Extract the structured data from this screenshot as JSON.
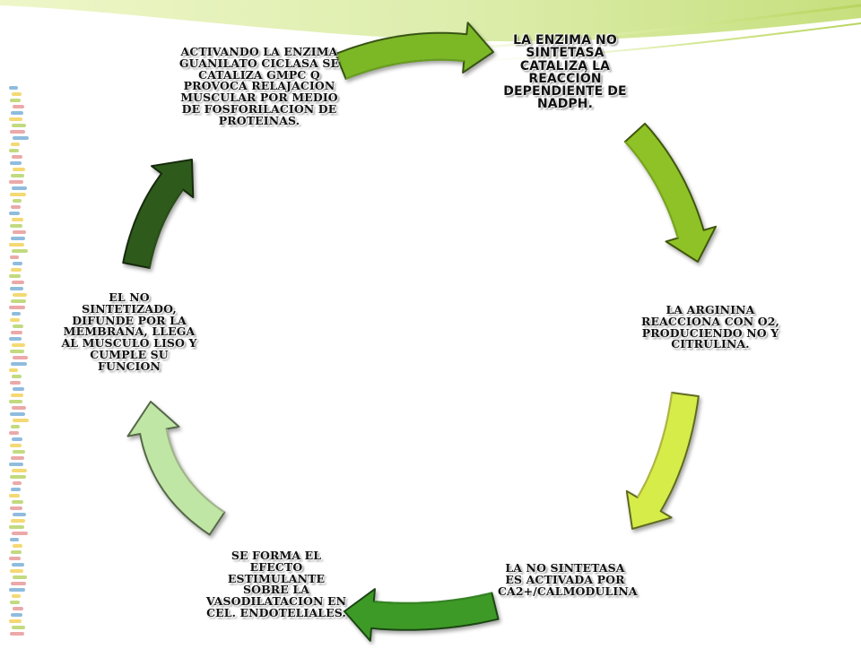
{
  "diagram": {
    "nodes": [
      {
        "id": "n1",
        "text": "LA ENZIMA NO SINTETASA CATALIZA LA REACCIÓN DEPENDIENTE DE NADPH."
      },
      {
        "id": "n2",
        "text": "LA ARGININA REACCIONA CON O2, PRODUCIENDO NO Y CITRULINA."
      },
      {
        "id": "n3",
        "text": "LA NO SINTETASA ES ACTIVADA POR CA2+/CALMODULINA"
      },
      {
        "id": "n4",
        "text": "SE FORMA EL EFECTO ESTIMULANTE SOBRE LA VASODILATACION EN CEL. ENDOTELIALES."
      },
      {
        "id": "n5",
        "text": "EL NO SINTETIZADO, DIFUNDE POR LA MEMBRANA, LLEGA AL MUSCULO LISO Y CUMPLE SU FUNCION"
      },
      {
        "id": "n6",
        "text": "ACTIVANDO LA ENZIMA GUANILATO CICLASA SE CATALIZA GMPC Q PROVOCA RELAJACION MUSCULAR POR MEDIO DE FOSFORILACION DE PROTEINAS."
      }
    ],
    "arrows": [
      {
        "from": "n6",
        "to": "n1",
        "color": "#7cb828"
      },
      {
        "from": "n1",
        "to": "n2",
        "color": "#8fc226"
      },
      {
        "from": "n2",
        "to": "n3",
        "color": "#d6ec48"
      },
      {
        "from": "n3",
        "to": "n4",
        "color": "#3e9a28"
      },
      {
        "from": "n4",
        "to": "n5",
        "color": "#bfe6a4"
      },
      {
        "from": "n5",
        "to": "n6",
        "color": "#2f5a1c"
      }
    ]
  },
  "colors": {
    "top_swoosh": "#c9e27a",
    "border_stripe": [
      "#7bb0d8",
      "#f2d25c",
      "#b7d46a",
      "#e89a9a"
    ]
  }
}
